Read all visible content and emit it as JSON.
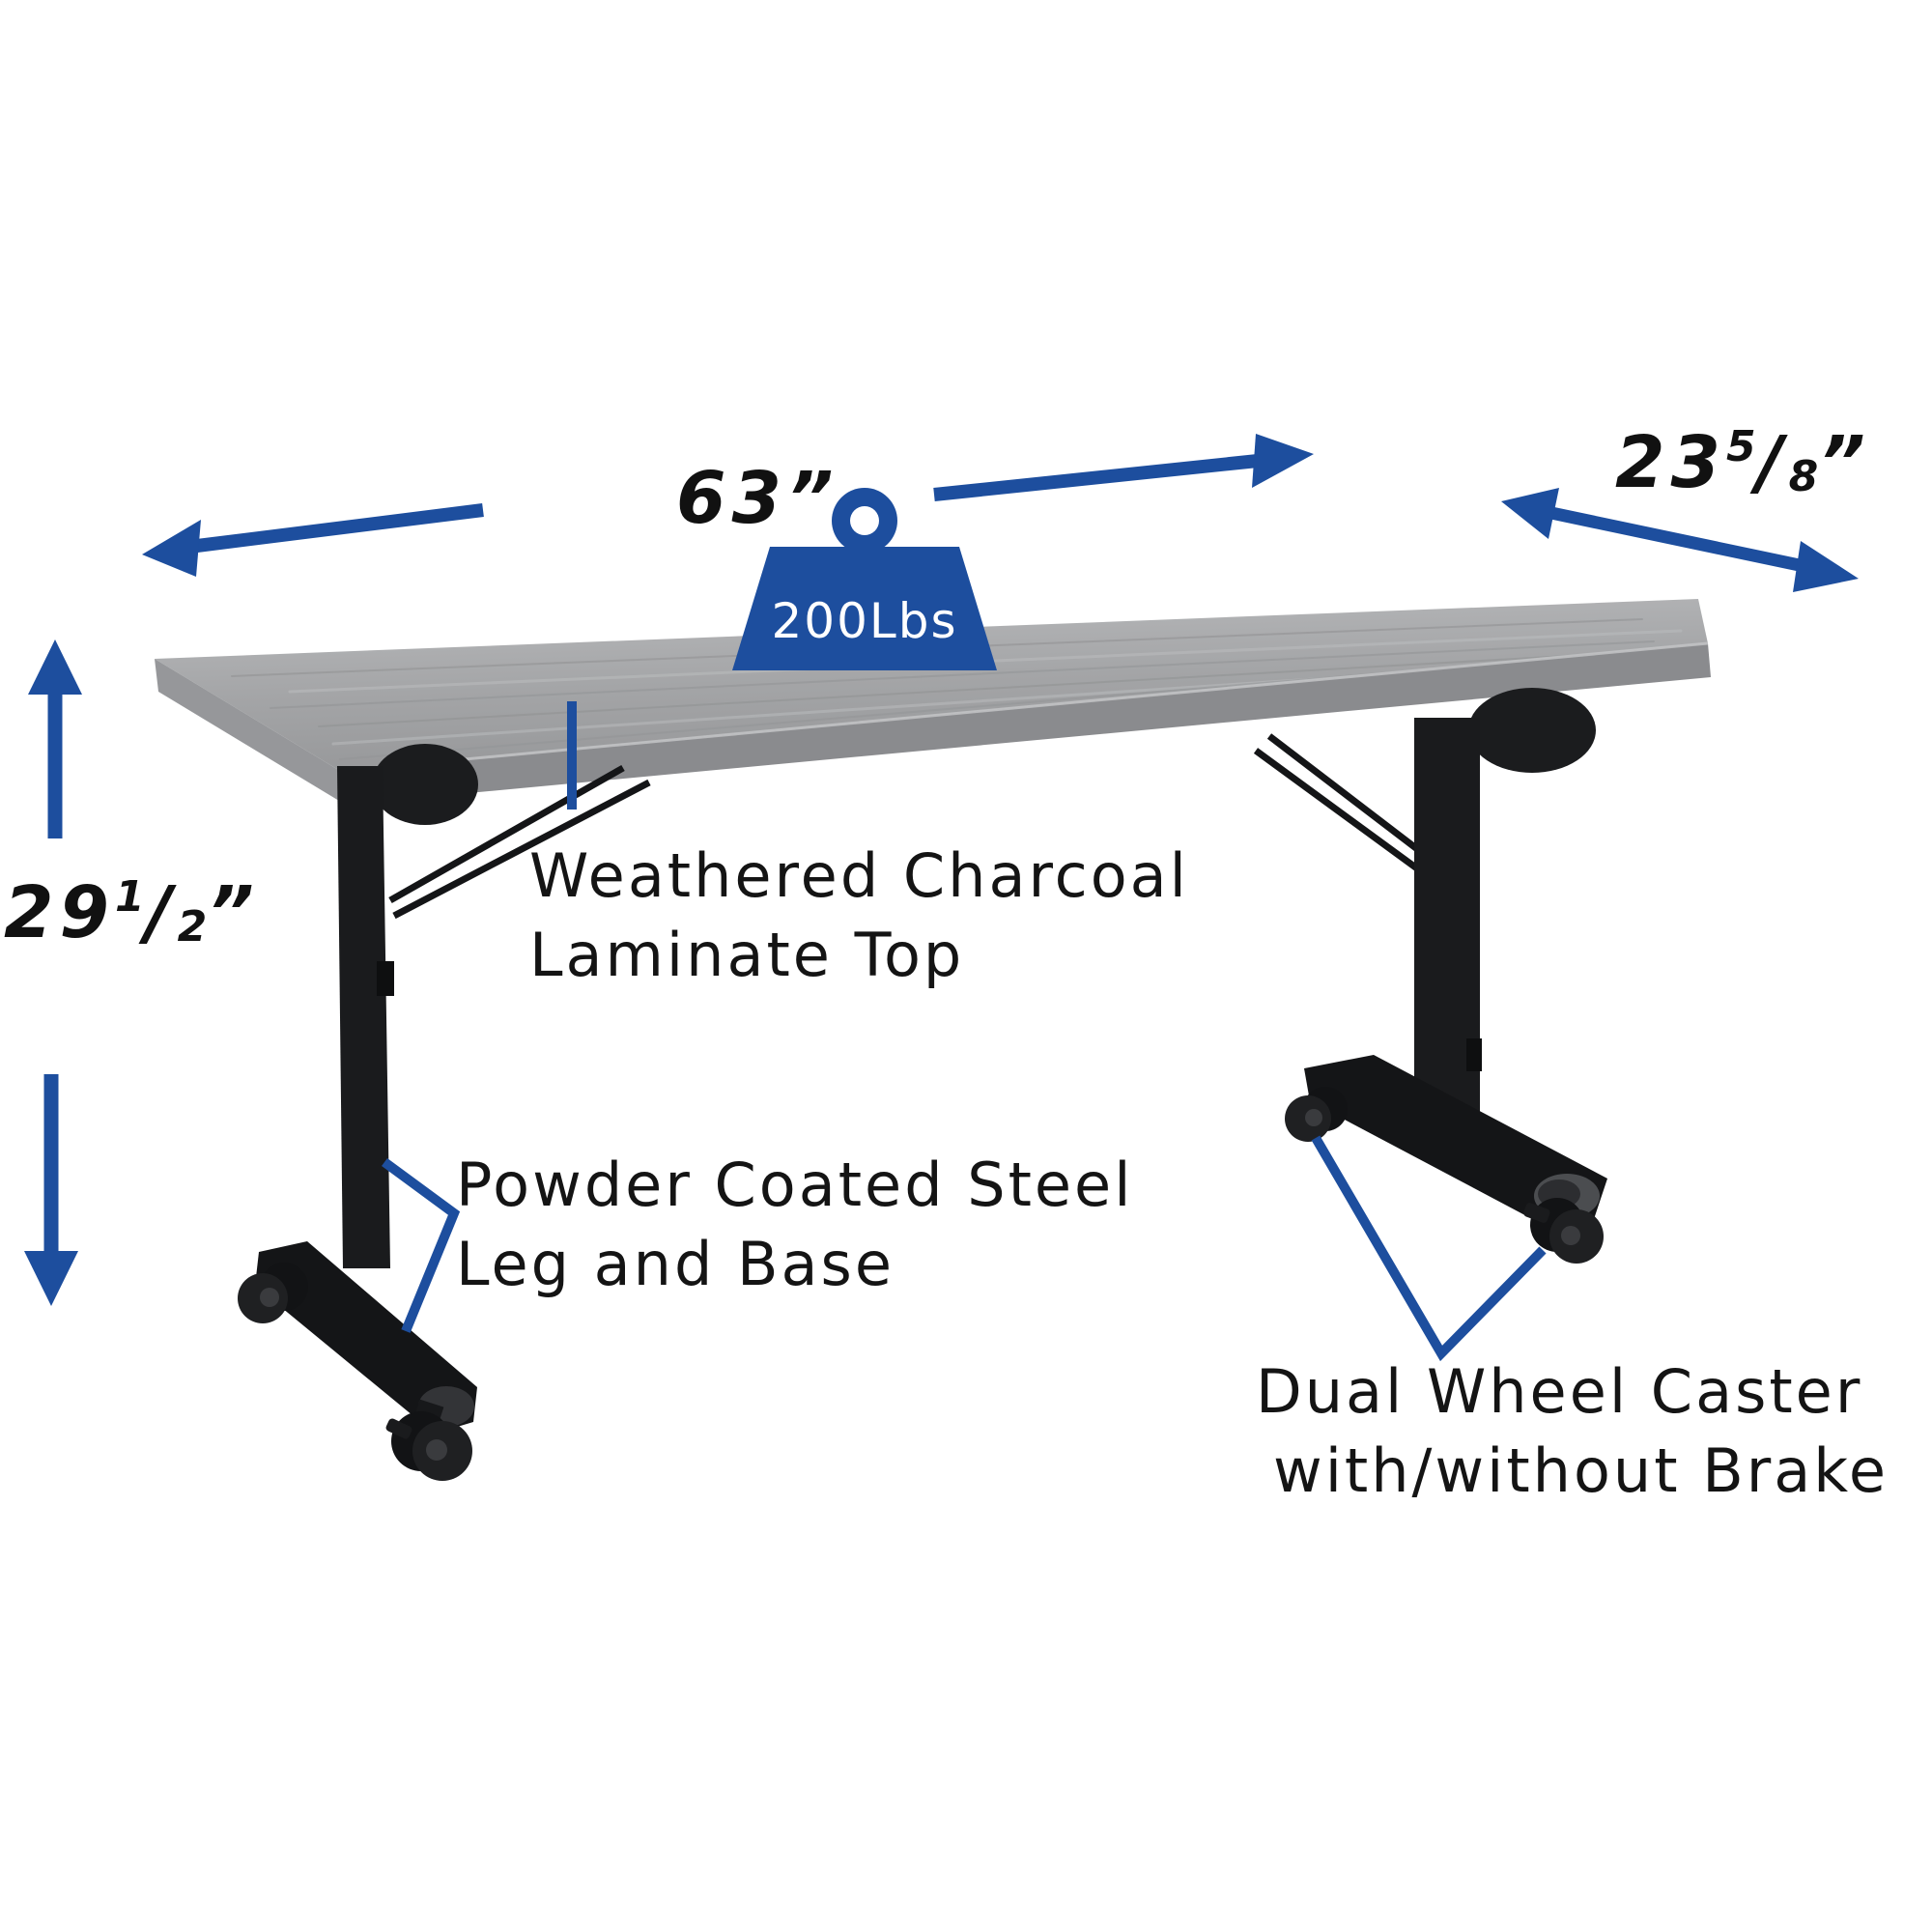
{
  "colors": {
    "accent": "#1d4e9e",
    "text": "#141414",
    "table_top_gray": "#a6a7a9",
    "frame_black": "#141517"
  },
  "dimensions": {
    "length": {
      "value": "63",
      "quote": "”"
    },
    "depth": {
      "whole": "23",
      "numerator": "5",
      "slash": "/",
      "denominator": "8",
      "quote": "”"
    },
    "height": {
      "whole": "29",
      "numerator": "1",
      "slash": "/",
      "denominator": "2",
      "quote": "”"
    }
  },
  "capacity": {
    "label": "200Lbs"
  },
  "callouts": {
    "top": {
      "line1": "Weathered Charcoal",
      "line2": "Laminate Top"
    },
    "leg": {
      "line1": "Powder Coated Steel",
      "line2": "Leg and Base"
    },
    "caster": {
      "line1": "Dual Wheel Caster",
      "line2": "with/without Brake"
    }
  },
  "icons": {
    "weight_icon": "weight-capacity-icon",
    "arrows": [
      "length-arrow-left",
      "length-arrow-right",
      "depth-arrow",
      "height-arrow-up",
      "height-arrow-down"
    ]
  }
}
